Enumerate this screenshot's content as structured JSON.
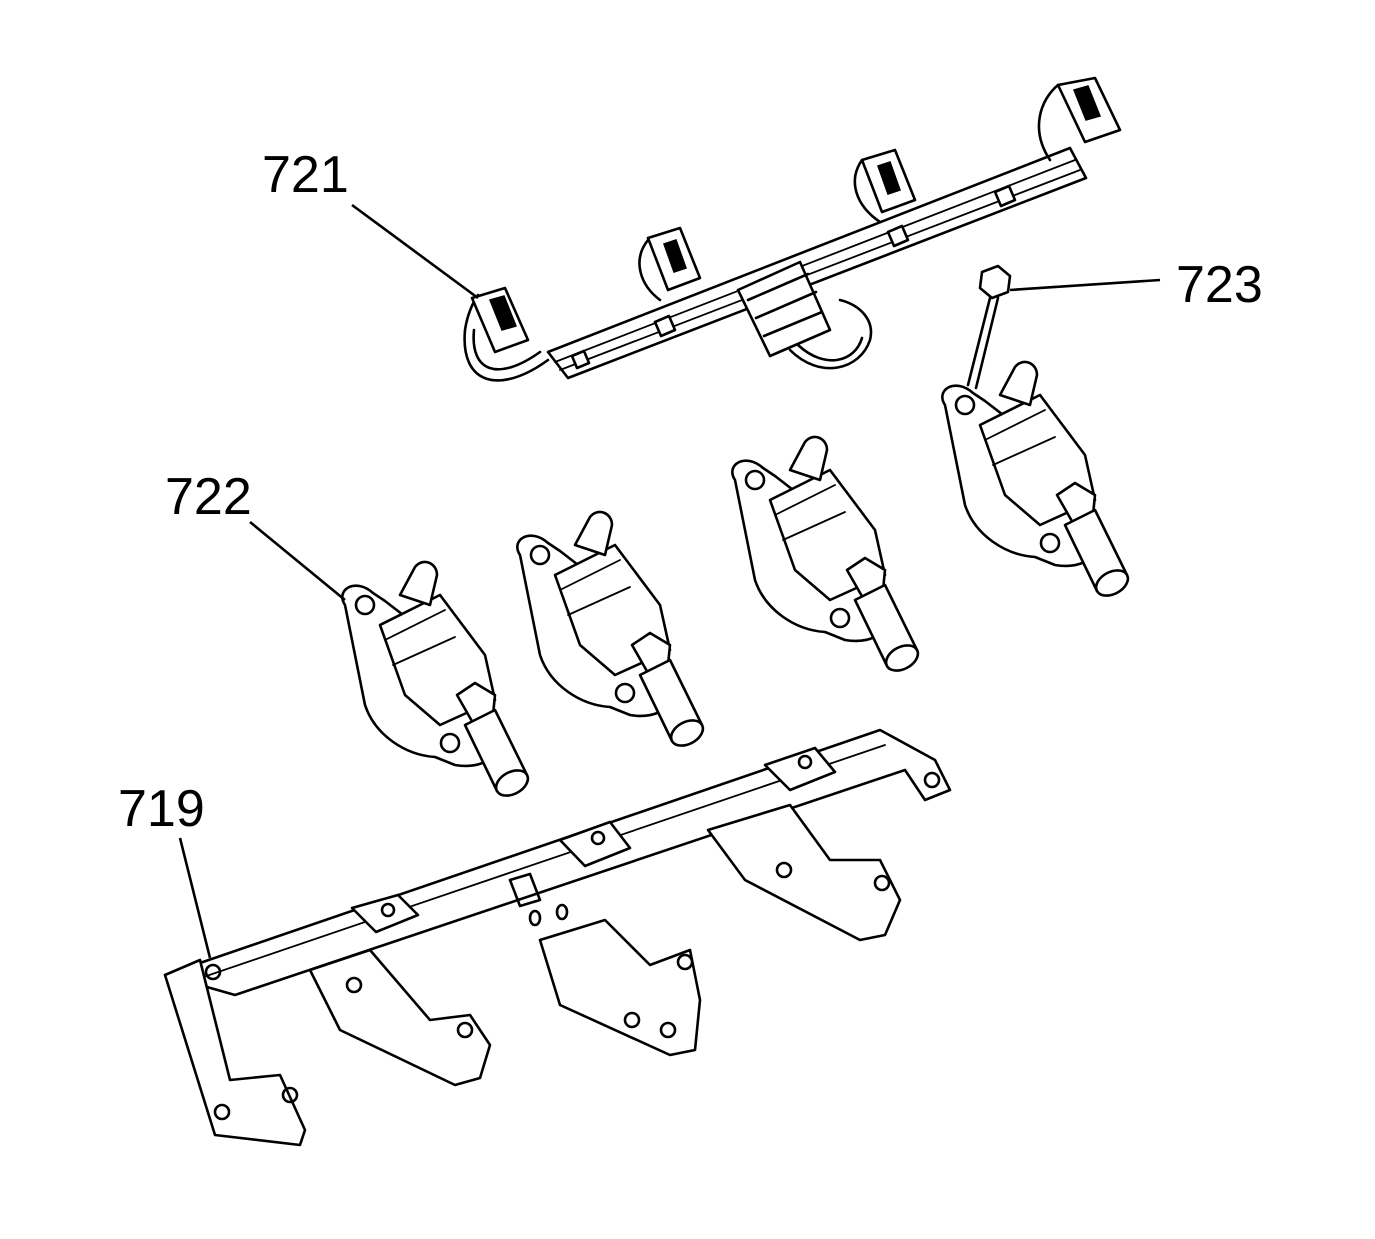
{
  "diagram": {
    "parts": [
      {
        "id": "harness",
        "callout": "721",
        "icon": "wiring-harness-icon"
      },
      {
        "id": "bolt",
        "callout": "723",
        "icon": "bolt-icon"
      },
      {
        "id": "coils",
        "callout": "722",
        "icon": "ignition-coil-icon"
      },
      {
        "id": "bracket",
        "callout": "719",
        "icon": "bracket-icon"
      }
    ],
    "colors": {
      "line": "#000000",
      "background": "#ffffff"
    }
  }
}
